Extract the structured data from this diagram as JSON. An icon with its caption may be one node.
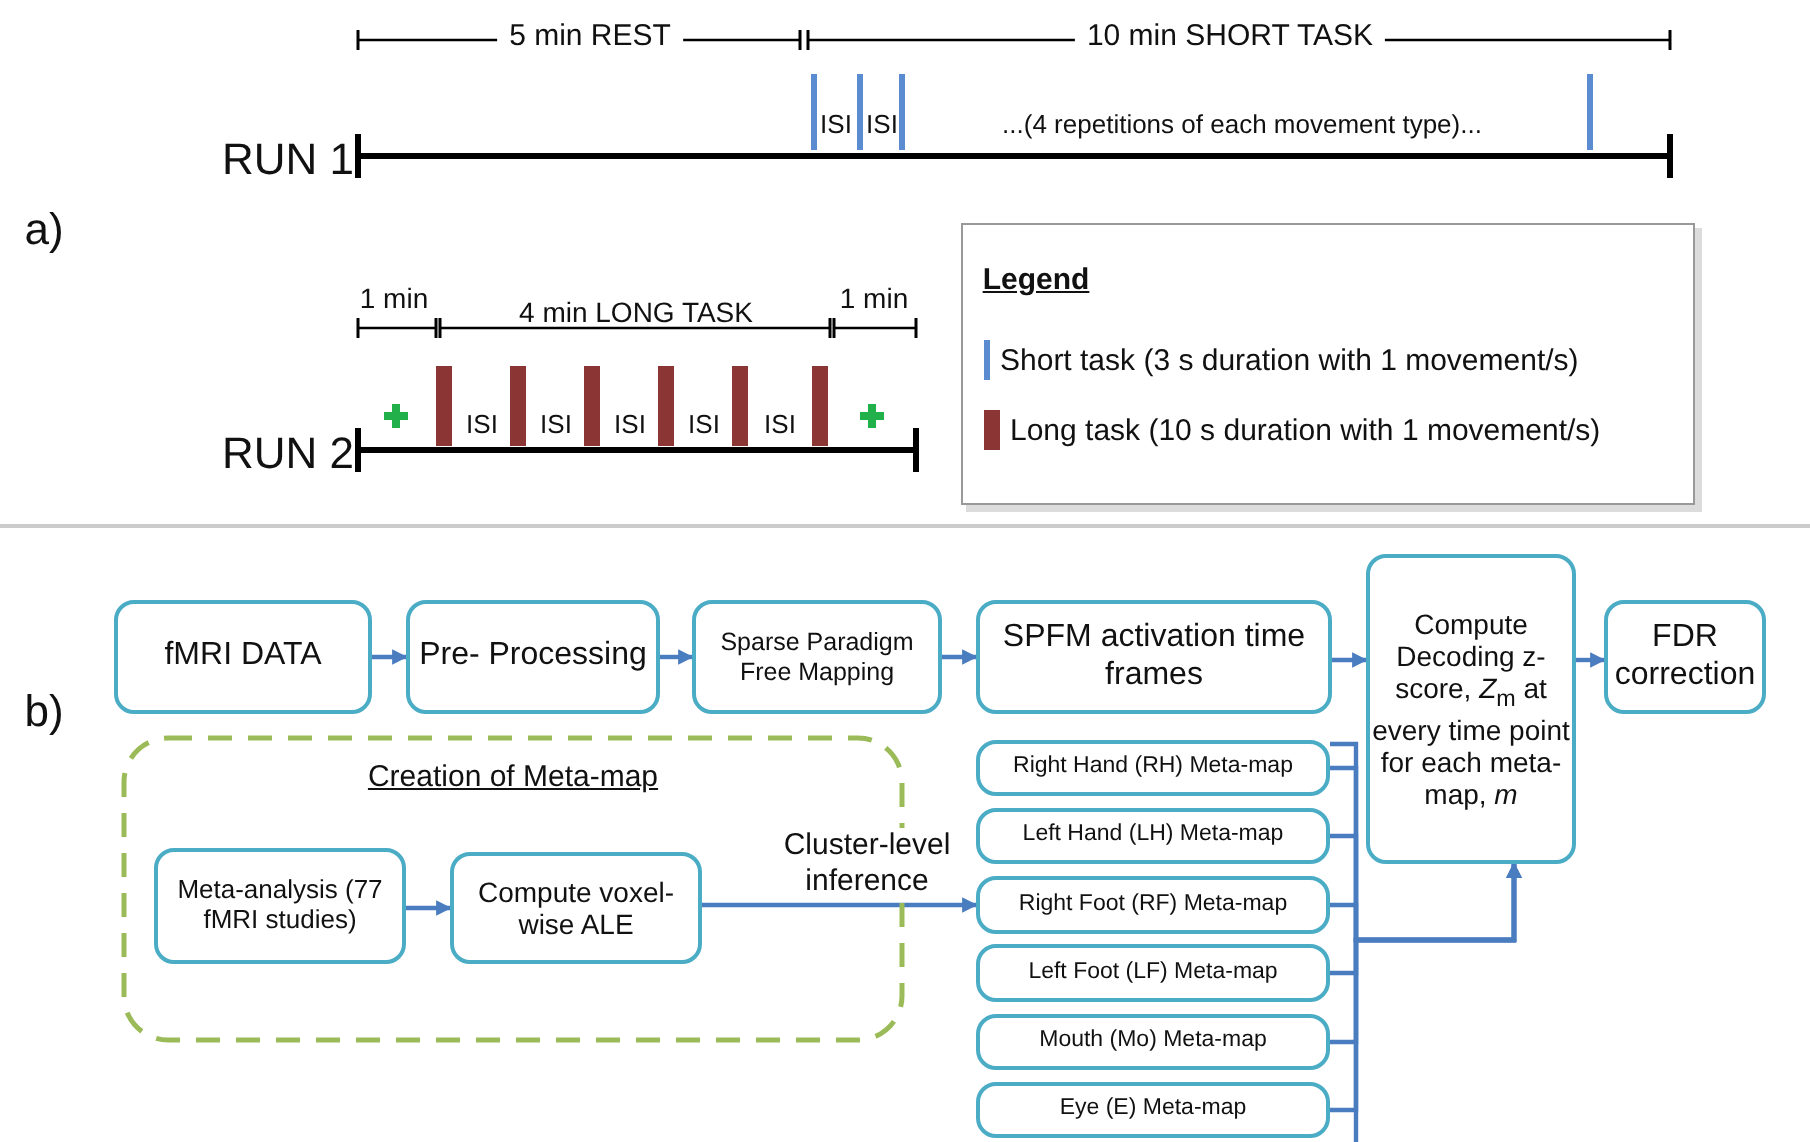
{
  "diagram": {
    "nodes": [
      {
        "text": [
          "fMRI DATA"
        ]
      },
      {
        "text": [
          "Pre- Processing"
        ]
      },
      {
        "text": [
          "Sparse Paradigm Free Mapping"
        ]
      },
      {
        "text": [
          "SPFM activation time frames"
        ]
      },
      {
        "text": [
          "Compute Decoding z-score, *Z*$_{m}$ at every time point for each meta-map, *m*"
        ]
      },
      {
        "text": [
          "FDR correction"
        ]
      },
      {
        "text": [
          "Creation of Meta-map"
        ]
      },
      {
        "text": [
          "Meta-analysis (77 fMRI studies)"
        ],
        "in": 6
      },
      {
        "text": [
          "Compute voxel-wise ALE"
        ],
        "in": 6
      },
      {
        "text": [
          "Right Hand (RH) Meta-map"
        ]
      },
      {
        "text": [
          "Left Hand (LH) Meta-map"
        ]
      },
      {
        "text": [
          "Right Foot (RF) Meta-map"
        ]
      },
      {
        "text": [
          "Left Foot (LF) Meta-map"
        ]
      },
      {
        "text": [
          "Mouth (Mo) Meta-map"
        ]
      },
      {
        "text": [
          "Eye (E) Meta-map"
        ]
      }
    ],
    "edges": [
      {
        "from": 0,
        "to": 1,
        "arrow": "to"
      },
      {
        "from": 1,
        "to": 2,
        "arrow": "to"
      },
      {
        "from": 2,
        "to": 3,
        "arrow": "to"
      },
      {
        "from": 3,
        "to": 4,
        "arrow": "to"
      },
      {
        "from": 4,
        "to": 5,
        "arrow": "to"
      },
      {
        "from": 7,
        "to": 8,
        "arrow": "to"
      },
      {
        "from": 8,
        "to": 11,
        "arrow": "to",
        "label": "Cluster-level inference"
      },
      {
        "from": 9,
        "to": 4,
        "arrow": "to"
      },
      {
        "from": 10,
        "to": 4,
        "arrow": "to"
      },
      {
        "from": 11,
        "to": 4,
        "arrow": "to"
      },
      {
        "from": 12,
        "to": 4,
        "arrow": "to"
      },
      {
        "from": 13,
        "to": 4,
        "arrow": "to"
      },
      {
        "from": 14,
        "to": 4,
        "arrow": "to"
      }
    ],
    "labels": [
      "5 min REST",
      "10 min SHORT TASK",
      "ISI",
      "ISI",
      "...(4 repetitions of each movement type)...",
      "RUN 1",
      "a)",
      "Legend",
      "1 min",
      "4 min LONG TASK",
      "1 min",
      "ISI",
      "ISI",
      "ISI",
      "ISI",
      "ISI",
      "RUN 2",
      "b)"
    ],
    "legend": [
      {
        "text": "Short task (3 s duration with 1 movement/s)",
        "color": "#5b8bd0"
      },
      {
        "text": "Long task (10 s duration with 1 movement/s)",
        "color": "#8b3535"
      }
    ]
  }
}
